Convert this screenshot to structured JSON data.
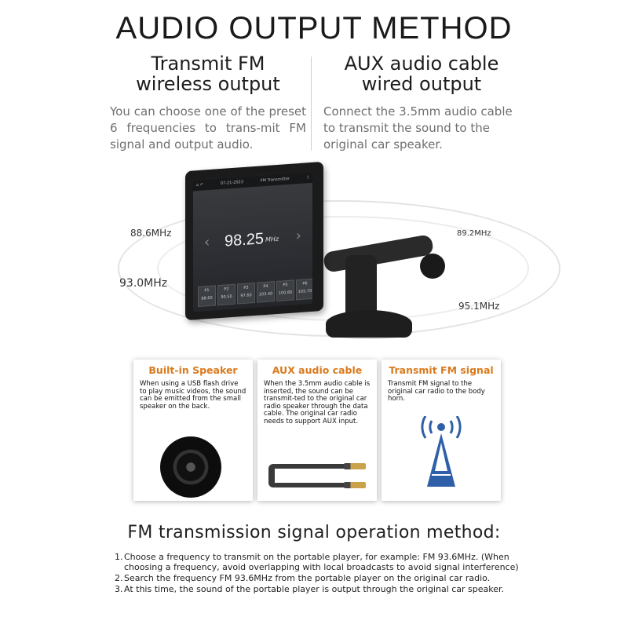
{
  "title": "AUDIO OUTPUT METHOD",
  "left": {
    "heading_line1": "Transmit FM",
    "heading_line2": "wireless output",
    "body": "You can choose one of the preset 6 frequencies to trans-mit FM signal and output audio."
  },
  "right": {
    "heading_line1": "AUX audio cable",
    "heading_line2": "wired output",
    "body": "Connect the 3.5mm audio cable to transmit the sound to the original car speaker."
  },
  "frequencies": {
    "f1": "88.6MHz",
    "f2": "89.2MHz",
    "f3": "93.0MHz",
    "f4": "95.1MHz"
  },
  "device_screen": {
    "status_time": "07-21-2023",
    "status_title": "FM Transmitter",
    "freq_value": "98.25",
    "freq_unit": "MHz",
    "presets": [
      {
        "label": "P1",
        "value": "88.60"
      },
      {
        "label": "P2",
        "value": "90.50"
      },
      {
        "label": "P3",
        "value": "97.60"
      },
      {
        "label": "P4",
        "value": "103.40"
      },
      {
        "label": "P5",
        "value": "100.80"
      },
      {
        "label": "P6",
        "value": "105.70"
      }
    ]
  },
  "cards": [
    {
      "title": "Built-in Speaker",
      "body": "When using a USB flash drive to play music videos, the sound can be emitted from the small speaker on the back."
    },
    {
      "title": "AUX audio cable",
      "body": "When the 3.5mm audio cable is inserted, the sound can be transmit-ted to the original car radio speaker through the data cable. The original car radio needs to support AUX input."
    },
    {
      "title": "Transmit FM signal",
      "body": "Transmit FM signal to the original car radio to the body horn."
    }
  ],
  "colors": {
    "card_title": "#d97a1e",
    "tower": "#2f5fa8"
  },
  "section_heading": "FM transmission signal operation method:",
  "steps": [
    {
      "num": "1.",
      "text": "Choose a frequency to transmit on the portable player, for example: FM 93.6MHz. (When choosing a frequency, avoid overlapping with local broadcasts to avoid signal interference)"
    },
    {
      "num": "2.",
      "text": "Search the frequency FM 93.6MHz from the portable player on the original car radio."
    },
    {
      "num": "3.",
      "text": "At this time, the sound of the portable player is output through the original car speaker."
    }
  ]
}
